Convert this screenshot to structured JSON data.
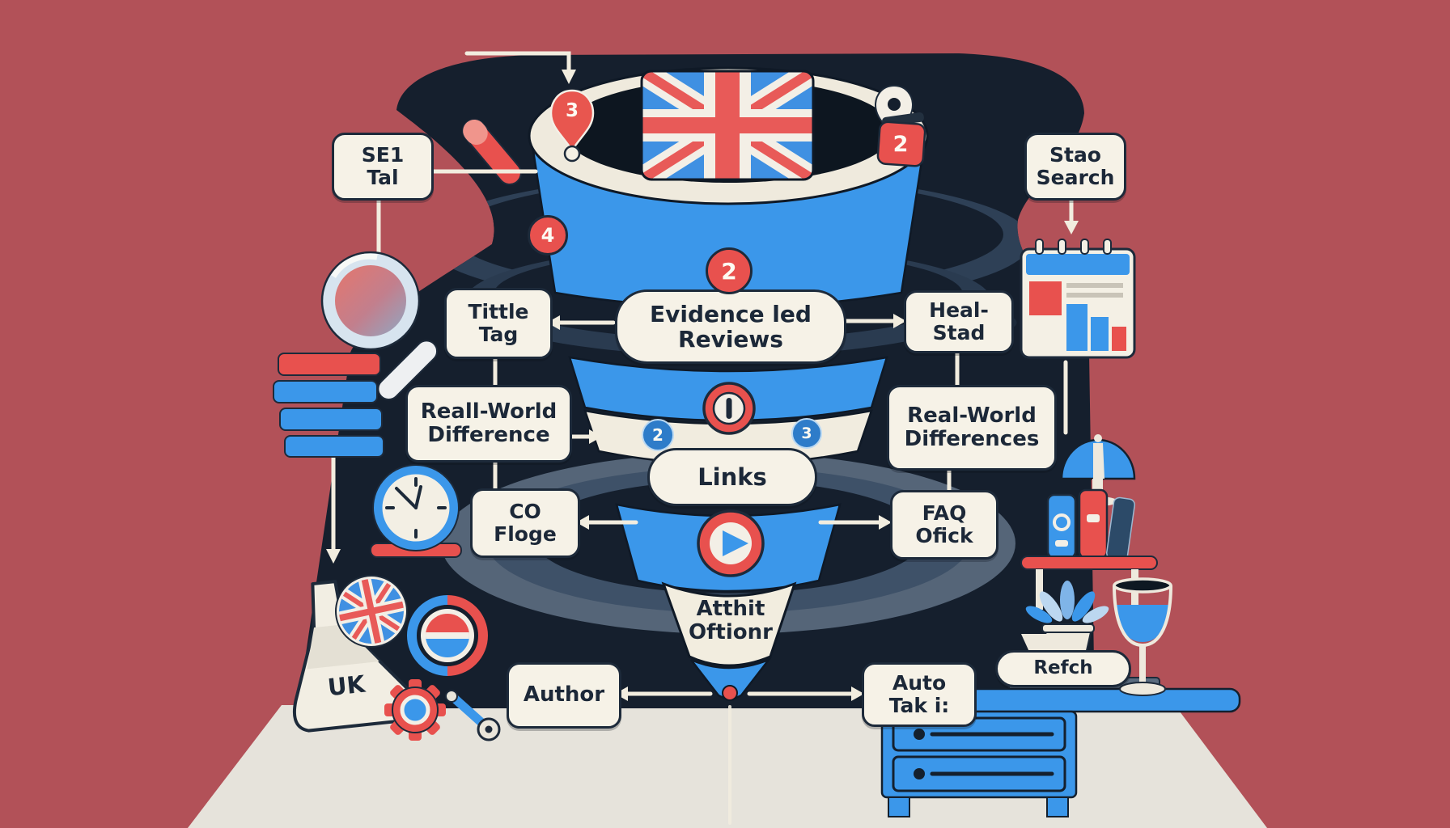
{
  "labels": {
    "se1_tal": "SE1\nTal",
    "title_tag": "Tittle\nTag",
    "real_world_difference": "Reall-World\nDifference",
    "co_floge": "CO\nFloge",
    "author": "Author",
    "evidence_led_reviews": "Evidence led\nReviews",
    "links": "Links",
    "atthit_oftionr": "Atthit\nOftionr",
    "heal_stad": "Heal-\nStad",
    "real_world_differences": "Real-World\nDifferences",
    "faq_ofick": "FAQ\nOfick",
    "auto_tak_i": "Auto\nTak i:",
    "stao_search": "Stao\nSearch",
    "refch": "Refch",
    "uk_flask": "UK"
  },
  "badges": {
    "pin_top_left": "3",
    "tag_top_right": "2",
    "funnel_red": "2",
    "rim_left_red": "4",
    "mid_left_blue": "2",
    "mid_right_blue": "3"
  },
  "icons": [
    "uk-flag-icon",
    "location-pin-icon",
    "tag-pin-icon",
    "marker-pen-icon",
    "magnifier-icon",
    "list-bars-icon",
    "alarm-clock-icon",
    "flask-icon",
    "uk-roundel-icon",
    "split-circle-icon",
    "gear-icon",
    "key-icon",
    "calendar-chart-icon",
    "lamp-icon",
    "bookshelf-icon",
    "plant-icon",
    "wine-glass-icon",
    "sideboard-icon",
    "play-badge-icon",
    "pause-badge-icon",
    "funnel-icon"
  ],
  "colors": {
    "background": "#b25158",
    "panel": "#151f2d",
    "funnel_blue": "#3b97ea",
    "accent_red": "#e8514e",
    "cream": "#f4f0e5",
    "table": "#e6e3db",
    "badge_blue": "#2e7cc9"
  }
}
